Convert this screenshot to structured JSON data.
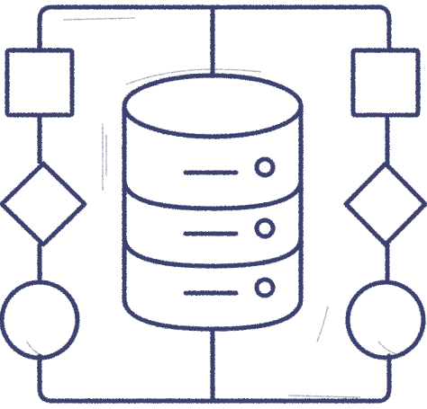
{
  "illustration": {
    "subject": "database",
    "style": "hand-drawn",
    "colors": {
      "ink": "#3b4270",
      "background": "#ffffff"
    },
    "icons": {
      "central": "database-icon",
      "left_chain": [
        "square-icon",
        "diamond-icon",
        "circle-icon"
      ],
      "right_chain": [
        "square-icon",
        "diamond-icon",
        "circle-icon"
      ]
    },
    "database_tiers": 3
  }
}
